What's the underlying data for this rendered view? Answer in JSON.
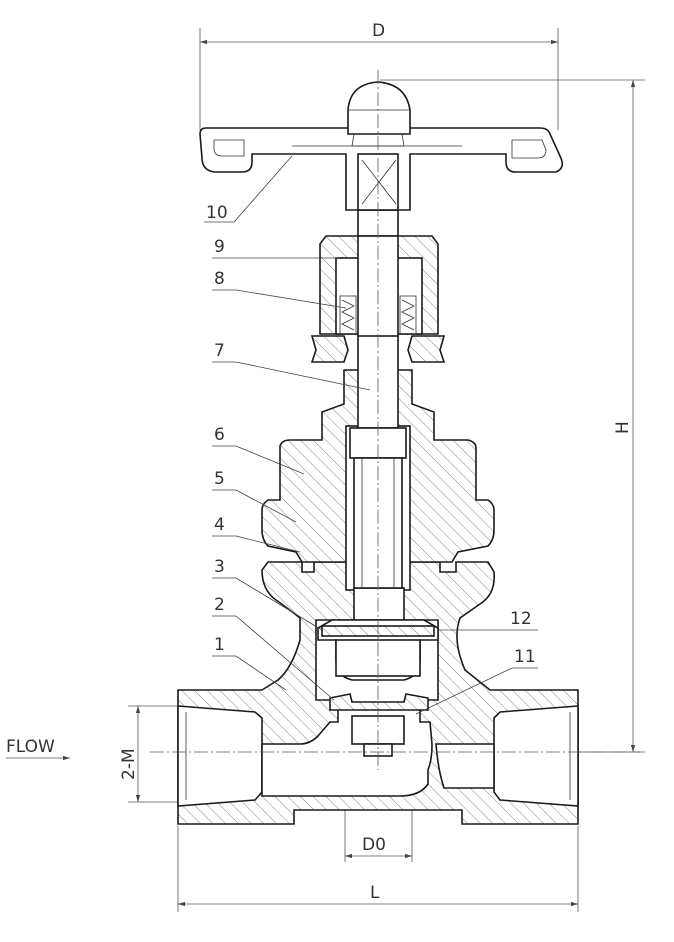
{
  "dimensions": {
    "D": "D",
    "H": "H",
    "L": "L",
    "D0": "D0",
    "M": "2-M"
  },
  "flow_label": "FLOW",
  "part_numbers": [
    "1",
    "2",
    "3",
    "4",
    "5",
    "6",
    "7",
    "8",
    "9",
    "10",
    "11",
    "12"
  ],
  "colors": {
    "line": "#1a1a1a",
    "dimension": "#555555",
    "background": "#ffffff"
  }
}
